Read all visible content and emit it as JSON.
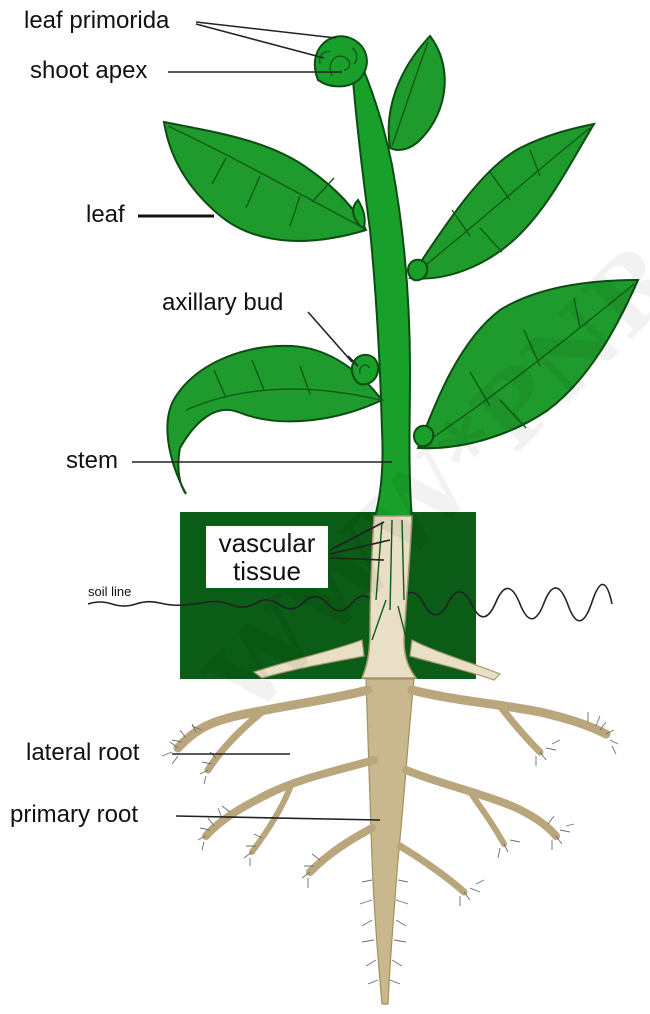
{
  "labels": {
    "leaf_primordia": "leaf primorida",
    "shoot_apex": "shoot apex",
    "leaf": "leaf",
    "axillary_bud": "axillary bud",
    "stem": "stem",
    "vascular_line1": "vascular",
    "vascular_line2": "tissue",
    "soil_line": "soil line",
    "lateral_root": "lateral root",
    "primary_root": "primary root"
  },
  "watermark": "WWW*PNR",
  "colors": {
    "leaf": "#1f9a2c",
    "stem": "#19a02a",
    "soil_box": "#0b5c16",
    "root": "#c9b78d",
    "vascular": "#e8dfc6"
  }
}
